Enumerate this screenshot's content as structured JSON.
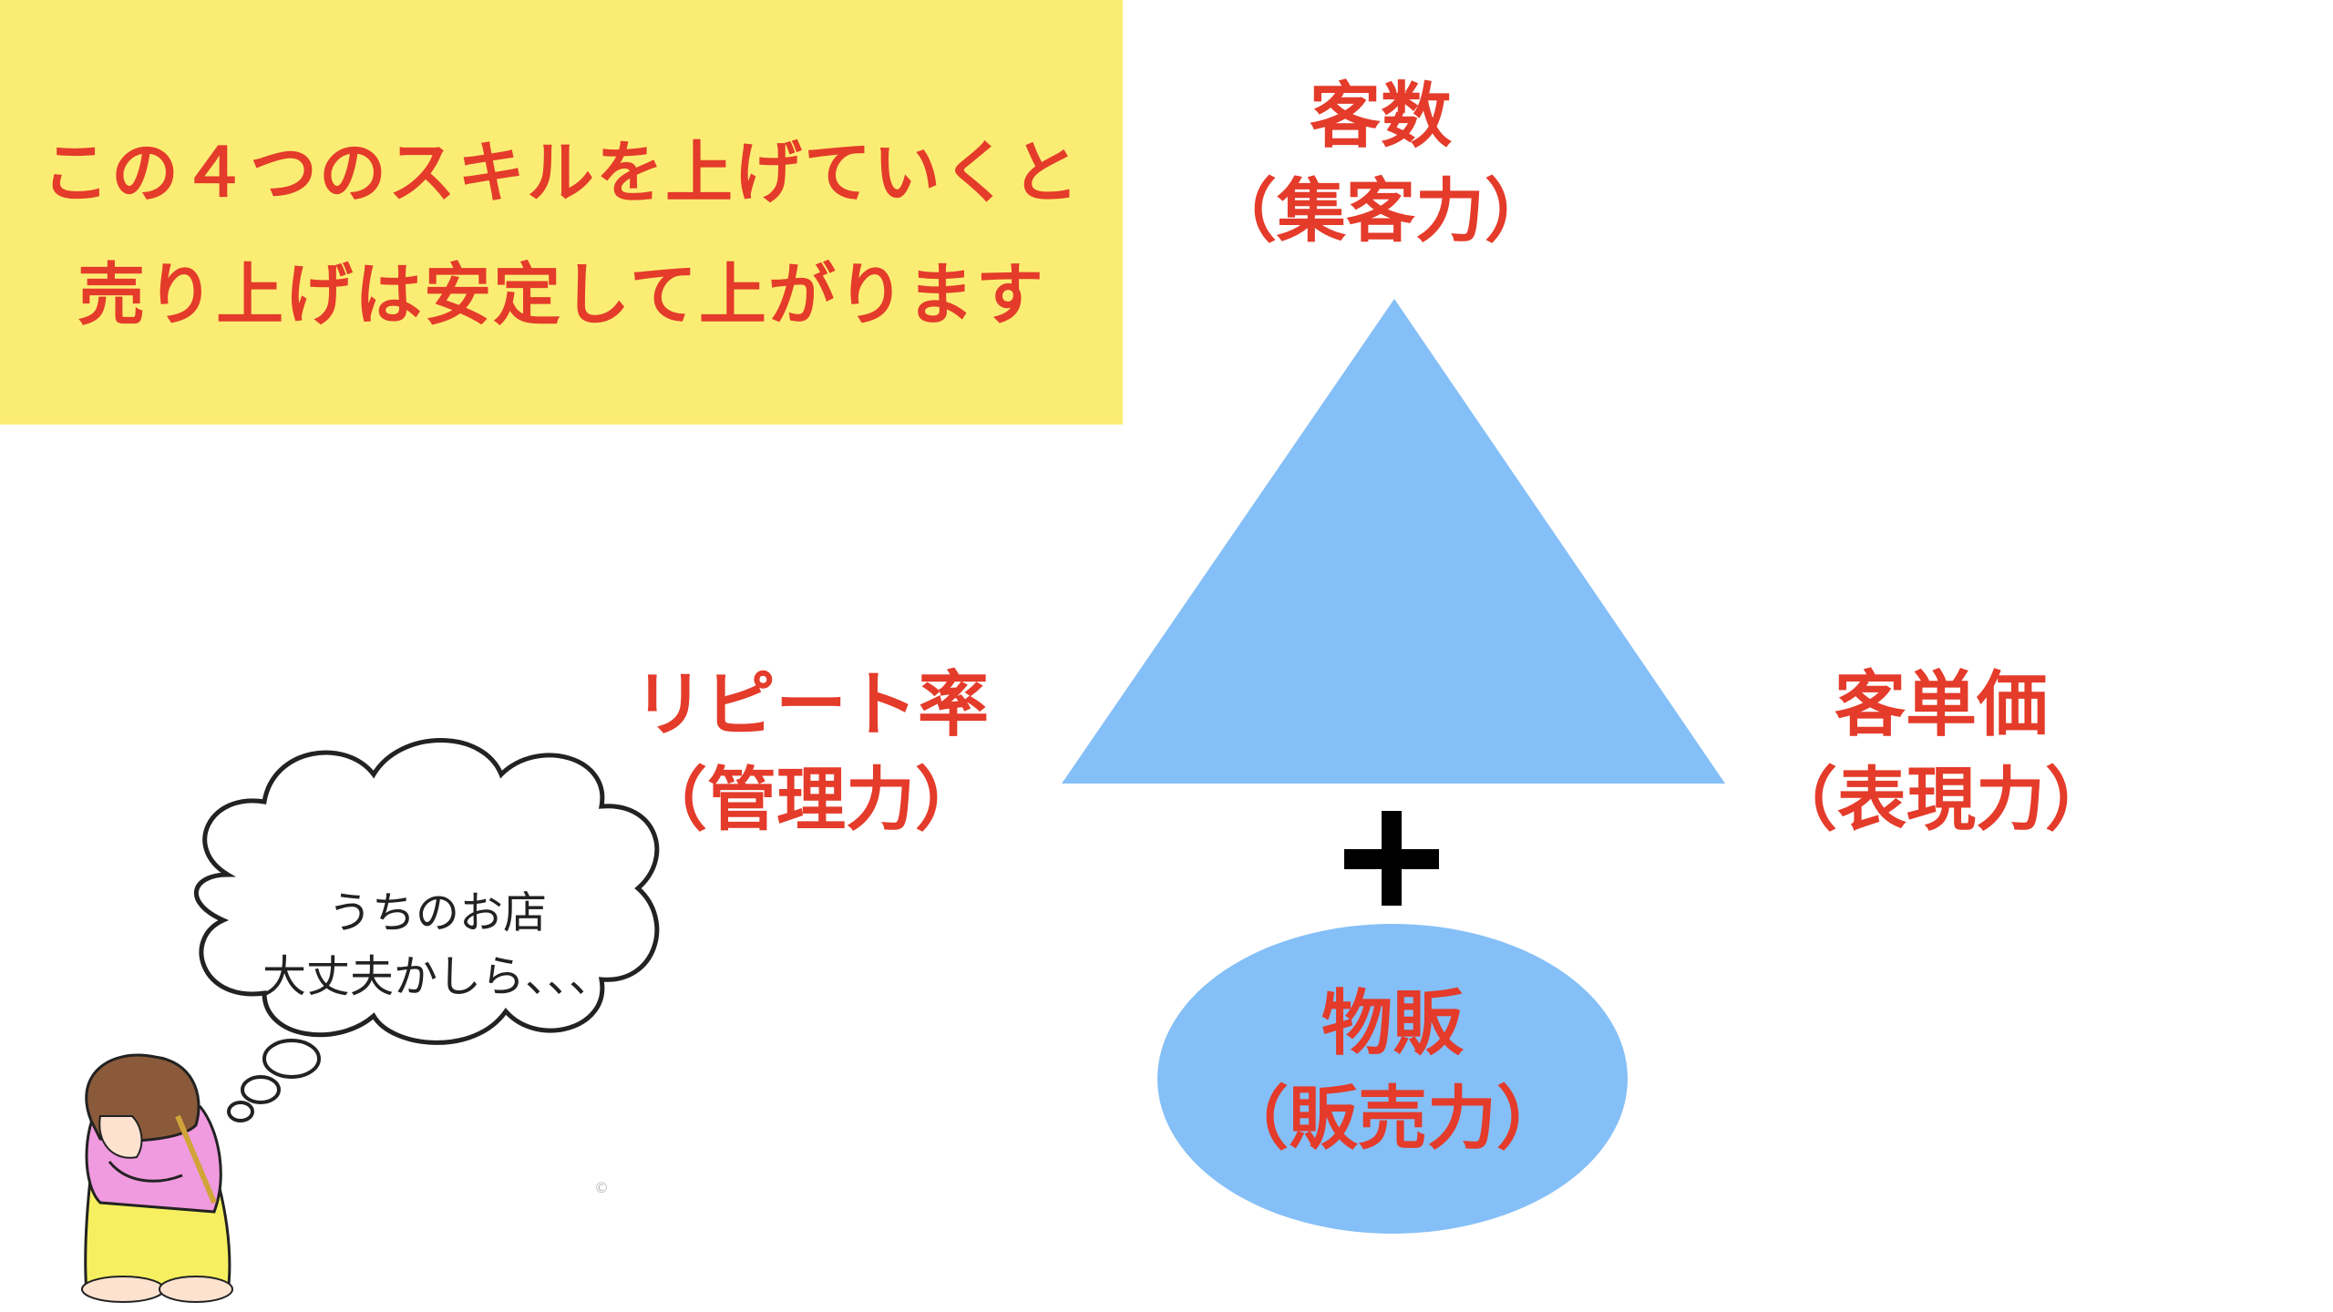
{
  "callout": {
    "line1": "この４つのスキルを上げていくと",
    "line2": "売り上げは安定して上がります"
  },
  "nodes": {
    "top": {
      "main": "客数",
      "sub": "（集客力）"
    },
    "left": {
      "main": "リピート率",
      "sub": "（管理力）"
    },
    "right": {
      "main": "客単価",
      "sub": "（表現力）"
    },
    "bottom": {
      "main": "物販",
      "sub": "（販売力）"
    }
  },
  "bubble": {
    "line1": "うちのお店",
    "line2": "大丈夫かしら、、、"
  },
  "copyright": "©",
  "colors": {
    "callout_bg": "#fbed74",
    "label_red": "#e43b2a",
    "triangle_blue": "#85bff7",
    "ellipse_blue": "#85bff7",
    "shirt_pink": "#f09ae0",
    "apron_yellow": "#f6f060",
    "hair_brown": "#8a5a3a"
  },
  "icons": {
    "plus": "plus-icon",
    "character": "worried-woman-illustration",
    "thought": "thought-bubble"
  }
}
